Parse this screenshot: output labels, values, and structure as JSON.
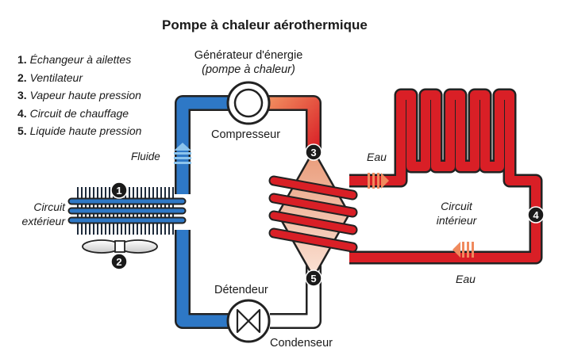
{
  "title": "Pompe à chaleur aérothermique",
  "legend": [
    {
      "number": "1.",
      "label": "Échangeur à ailettes"
    },
    {
      "number": "2.",
      "label": "Ventilateur"
    },
    {
      "number": "3.",
      "label": "Vapeur haute pression"
    },
    {
      "number": "4.",
      "label": "Circuit de chauffage"
    },
    {
      "number": "5.",
      "label": "Liquide haute pression"
    }
  ],
  "labels": {
    "generator": "Générateur d'énergie",
    "generator_sub": "(pompe à chaleur)",
    "compressor": "Compresseur",
    "fluid": "Fluide",
    "outdoor_circuit_line1": "Circuit",
    "outdoor_circuit_line2": "extérieur",
    "indoor_circuit_line1": "Circuit",
    "indoor_circuit_line2": "intérieur",
    "water_out": "Eau",
    "water_in": "Eau",
    "expansion_valve": "Détendeur",
    "condenser": "Condenseur"
  },
  "markers": [
    "1",
    "2",
    "3",
    "4",
    "5"
  ],
  "colors": {
    "cold_pipe": "#2e78c6",
    "hot_pipe": "#d91f26",
    "return_pipe": "#ffffff",
    "outline": "#2b2b2b",
    "condenser_cone": "#f3b89a",
    "arrow_hot": "#f08a5d",
    "arrow_cold": "#8cc4ec"
  }
}
